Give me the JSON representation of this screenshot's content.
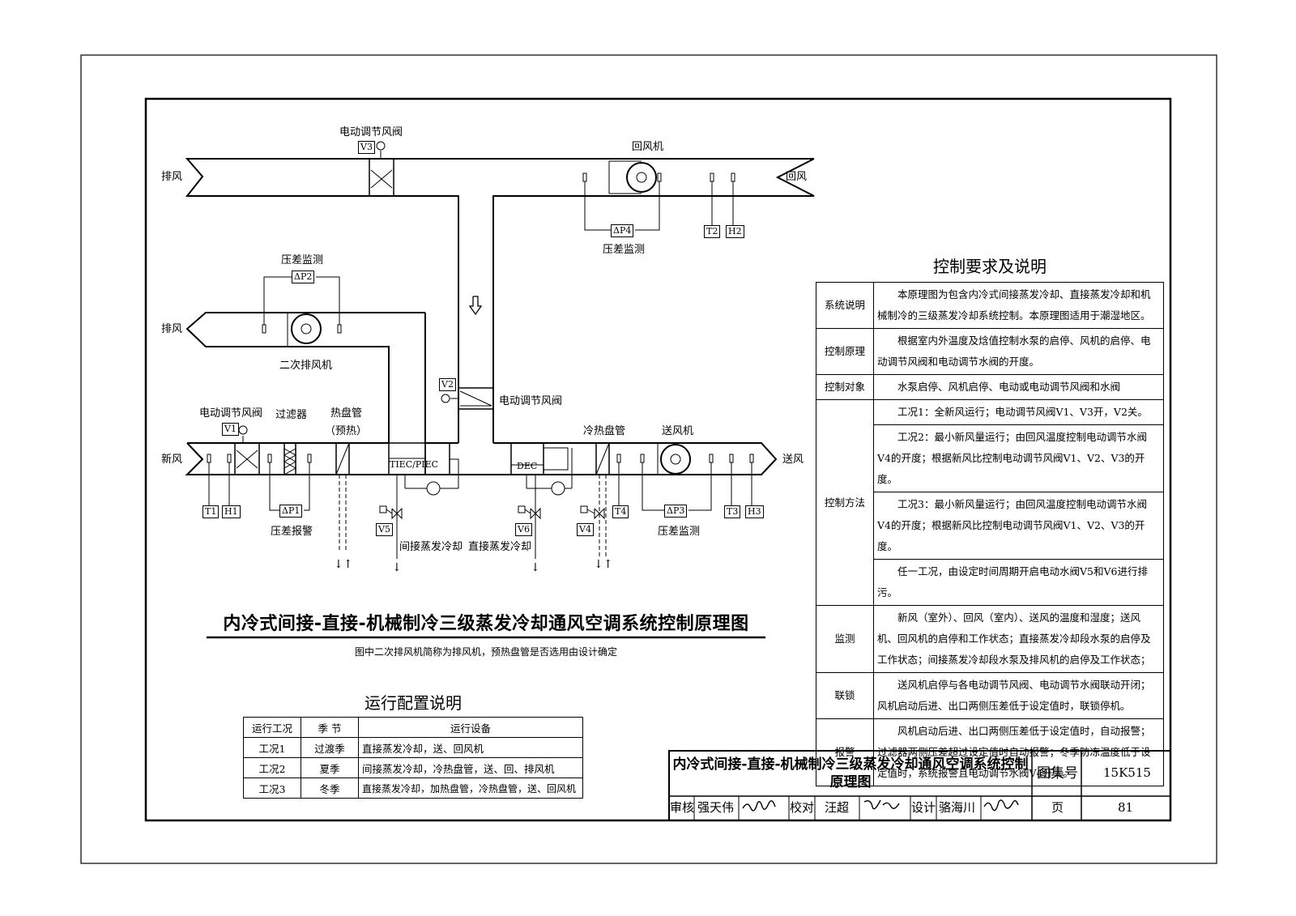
{
  "diagram": {
    "labels": {
      "exhaust_top": "排风",
      "return_air": "回风",
      "motor_damper_v3": "电动调节风阀",
      "return_fan": "回风机",
      "dp_monitor_top_right": "压差监测",
      "dp_monitor_mid_left": "压差监测",
      "exhaust_mid": "排风",
      "secondary_exhaust_fan": "二次排风机",
      "motor_damper_v2": "电动调节风阀",
      "motor_damper_v1": "电动调节风阀",
      "filter": "过滤器",
      "heating_coil": "热盘管",
      "preheat": "（预热）",
      "fresh_air": "新风",
      "supply_air": "送风",
      "cooling_coil": "冷热盘管",
      "supply_fan": "送风机",
      "dp_alarm": "压差报警",
      "dp_monitor_bottom": "压差监测",
      "indirect_evap": "间接蒸发冷却",
      "direct_evap": "直接蒸发冷却",
      "tiec": "TIEC/PIEC",
      "dec": "DEC"
    },
    "tags": {
      "v1": "V1",
      "v2": "V2",
      "v3": "V3",
      "v4": "V4",
      "v5": "V5",
      "v6": "V6",
      "t1": "T1",
      "h1": "H1",
      "t2": "T2",
      "h2": "H2",
      "t3": "T3",
      "h3": "H3",
      "t4": "T4",
      "p1": "ΔP1",
      "p2": "ΔP2",
      "p3": "ΔP3",
      "p4": "ΔP4"
    },
    "title": "内冷式间接-直接-机械制冷三级蒸发冷却通风空调系统控制原理图",
    "note": "图中二次排风机简称为排风机，预热盘管是否选用由设计确定"
  },
  "control": {
    "title": "控制要求及说明",
    "rows": [
      {
        "head": "系统说明",
        "lines": [
          "本原理图为包含内冷式间接蒸发冷却、直接蒸发冷却和机械制冷的三级蒸发冷却系统控制。本原理图适用于潮湿地区。"
        ]
      },
      {
        "head": "控制原理",
        "lines": [
          "根据室内外温度及焓值控制水泵的启停、风机的启停、电动调节风阀和电动调节水阀的开度。"
        ]
      },
      {
        "head": "控制对象",
        "lines": [
          "水泵启停、风机启停、电动或电动调节风阀和水阀"
        ]
      },
      {
        "head": "控制方法",
        "lines": [
          "工况1：全新风运行；电动调节风阀V1、V3开，V2关。",
          "工况2：最小新风量运行；由回风温度控制电动调节水阀V4的开度；根据新风比控制电动调节风阀V1、V2、V3的开度。",
          "工况3：最小新风量运行；由回风温度控制电动调节水阀V4的开度；根据新风比控制电动调节风阀V1、V2、V3的开度。",
          "任一工况，由设定时间周期开启电动水阀V5和V6进行排污。"
        ]
      },
      {
        "head": "监测",
        "lines": [
          "新风（室外）、回风（室内）、送风的温度和湿度；送风机、回风机的启停和工作状态；直接蒸发冷却段水泵的启停及工作状态；间接蒸发冷却段水泵及排风机的启停及工作状态；"
        ]
      },
      {
        "head": "联锁",
        "lines": [
          "送风机启停与各电动调节风阀、电动调节水阀联动开闭；风机启动后进、出口两侧压差低于设定值时，联锁停机。"
        ]
      },
      {
        "head": "报警",
        "lines": [
          "风机启动后进、出口两侧压差低于设定值时，自动报警；过滤器两侧压差超过设定值时自动报警；冬季防冻温度低于设定值时，系统报警且电动调节水阀V4开大。"
        ]
      }
    ]
  },
  "run_config": {
    "title": "运行配置说明",
    "headers": [
      "运行工况",
      "季 节",
      "运行设备"
    ],
    "rows": [
      [
        "工况1",
        "过渡季",
        "直接蒸发冷却，送、回风机"
      ],
      [
        "工况2",
        "夏季",
        "间接蒸发冷却，冷热盘管，送、回、排风机"
      ],
      [
        "工况3",
        "冬季",
        "直接蒸发冷却，加热盘管，冷热盘管，送、回风机"
      ]
    ]
  },
  "title_block": {
    "title": "内冷式间接-直接-机械制冷三级蒸发冷却通风空调系统控制原理图",
    "atlas_label": "图集号",
    "atlas_no": "15K515",
    "review_label": "审核",
    "reviewer": "强天伟",
    "check_label": "校对",
    "checker": "汪超",
    "design_label": "设计",
    "designer": "骆海川",
    "page_label": "页",
    "page_no": "81"
  }
}
